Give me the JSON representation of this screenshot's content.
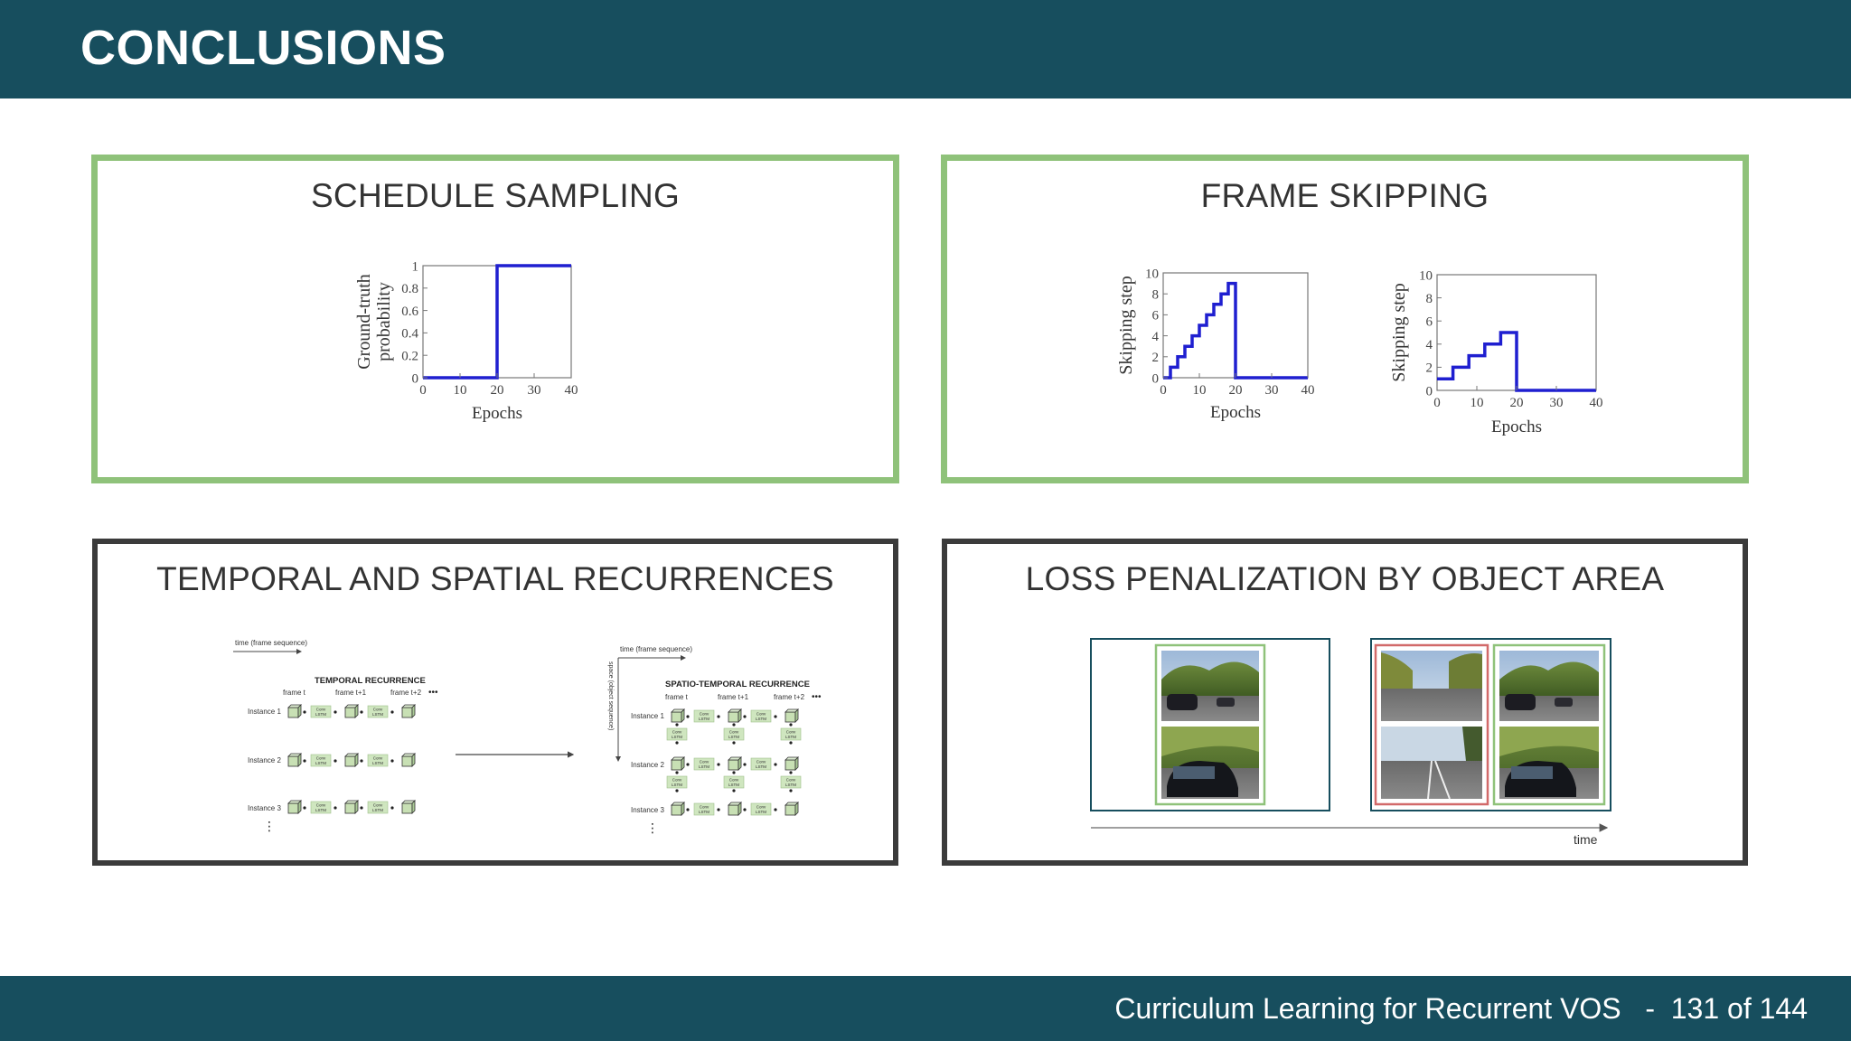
{
  "slide": {
    "title": "CONCLUSIONS",
    "footer_text": "Curriculum Learning for Recurrent VOS",
    "separator": "-",
    "page": "131 of 144"
  },
  "colors": {
    "header_bg": "#174e5e",
    "green_border": "#8fc27a",
    "dark_border": "#3b3b3b",
    "plot_line": "#1f1fd0"
  },
  "panels": {
    "schedule": {
      "title": "SCHEDULE SAMPLING",
      "chart": {
        "type": "line",
        "ylabel_line1": "Ground-truth",
        "ylabel_line2": "probability",
        "xlabel": "Epochs",
        "x_ticks": [
          "0",
          "10",
          "20",
          "30",
          "40"
        ],
        "y_ticks": [
          "0",
          "0.2",
          "0.4",
          "0.6",
          "0.8",
          "1"
        ]
      }
    },
    "skipping": {
      "title": "FRAME SKIPPING",
      "chart_left": {
        "ylabel": "Skipping step",
        "xlabel": "Epochs",
        "x_ticks": [
          "0",
          "10",
          "20",
          "30",
          "40"
        ],
        "y_ticks": [
          "0",
          "2",
          "4",
          "6",
          "8",
          "10"
        ]
      },
      "chart_right": {
        "ylabel": "Skipping step",
        "xlabel": "Epochs",
        "x_ticks": [
          "0",
          "10",
          "20",
          "30",
          "40"
        ],
        "y_ticks": [
          "0",
          "2",
          "4",
          "6",
          "8",
          "10"
        ]
      }
    },
    "recurrences": {
      "title": "TEMPORAL AND SPATIAL RECURRENCES",
      "left": {
        "time_label": "time (frame sequence)",
        "heading": "TEMPORAL RECURRENCE",
        "frames": [
          "frame t",
          "frame t+1",
          "frame t+2"
        ],
        "instances": [
          "Instance 1",
          "Instance 2",
          "Instance 3"
        ],
        "cell_label": "Conv LSTM"
      },
      "right": {
        "time_label": "time (frame sequence)",
        "space_label": "space (object sequence)",
        "heading": "SPATIO-TEMPORAL RECURRENCE",
        "frames": [
          "frame t",
          "frame t+1",
          "frame t+2"
        ],
        "instances": [
          "Instance 1",
          "Instance 2",
          "Instance 3"
        ],
        "cell_label": "Conv LSTM"
      }
    },
    "loss": {
      "title": "LOSS PENALIZATION BY OBJECT AREA",
      "time_label": "time"
    }
  },
  "chart_data": [
    {
      "type": "line",
      "title": "SCHEDULE SAMPLING",
      "xlabel": "Epochs",
      "ylabel": "Ground-truth probability",
      "xlim": [
        0,
        40
      ],
      "ylim": [
        0,
        1
      ],
      "series": [
        {
          "x": [
            0,
            20,
            20,
            40
          ],
          "y": [
            0,
            0,
            1,
            1
          ]
        }
      ]
    },
    {
      "type": "line",
      "title": "FRAME SKIPPING",
      "xlabel": "Epochs",
      "ylabel": "Skipping step",
      "xlim": [
        0,
        40
      ],
      "ylim": [
        0,
        10
      ],
      "series": [
        {
          "x": [
            0,
            2,
            4,
            6,
            8,
            10,
            12,
            14,
            16,
            18,
            20,
            40
          ],
          "y": [
            0,
            1,
            2,
            3,
            4,
            5,
            6,
            7,
            8,
            9,
            0,
            0
          ]
        }
      ]
    },
    {
      "type": "line",
      "title": "FRAME SKIPPING",
      "xlabel": "Epochs",
      "ylabel": "Skipping step",
      "xlim": [
        0,
        40
      ],
      "ylim": [
        0,
        10
      ],
      "series": [
        {
          "x": [
            0,
            4,
            8,
            12,
            16,
            20,
            40
          ],
          "y": [
            1,
            2,
            3,
            4,
            5,
            0,
            0
          ]
        }
      ]
    }
  ]
}
